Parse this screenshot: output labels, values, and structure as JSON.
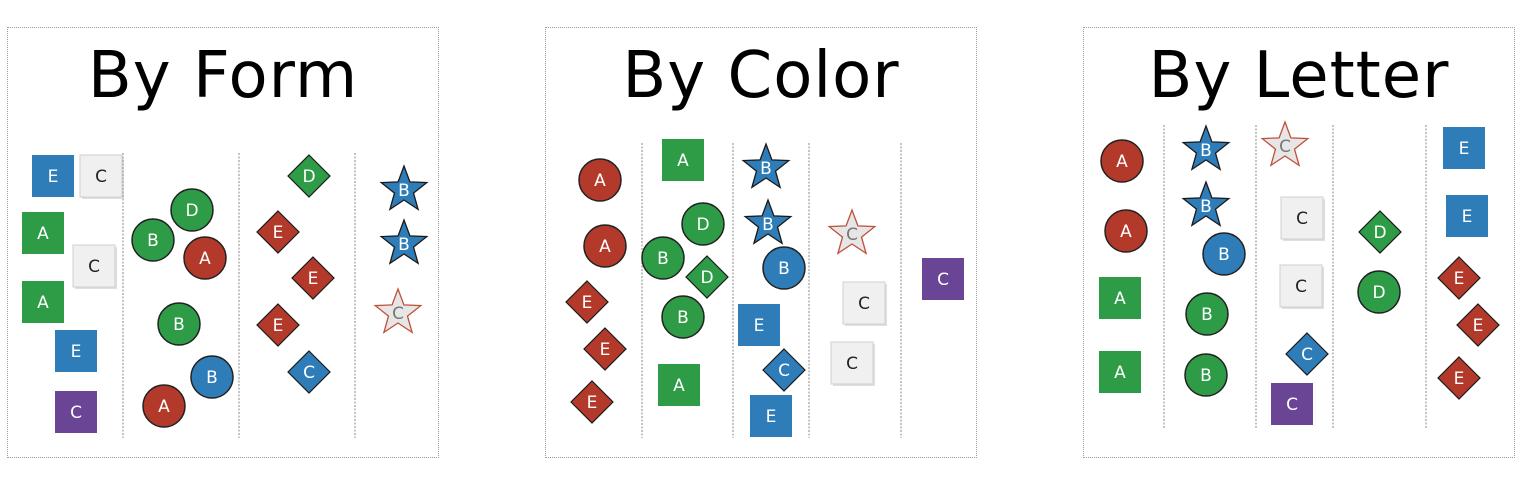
{
  "colors": {
    "red": "#b33a2b",
    "green": "#2e9b47",
    "blue": "#2f7db8",
    "purple": "#6a4595",
    "white": "#eeeeee"
  },
  "panels": [
    {
      "title": "By Form"
    },
    {
      "title": "By Color"
    },
    {
      "title": "By Letter"
    }
  ]
}
